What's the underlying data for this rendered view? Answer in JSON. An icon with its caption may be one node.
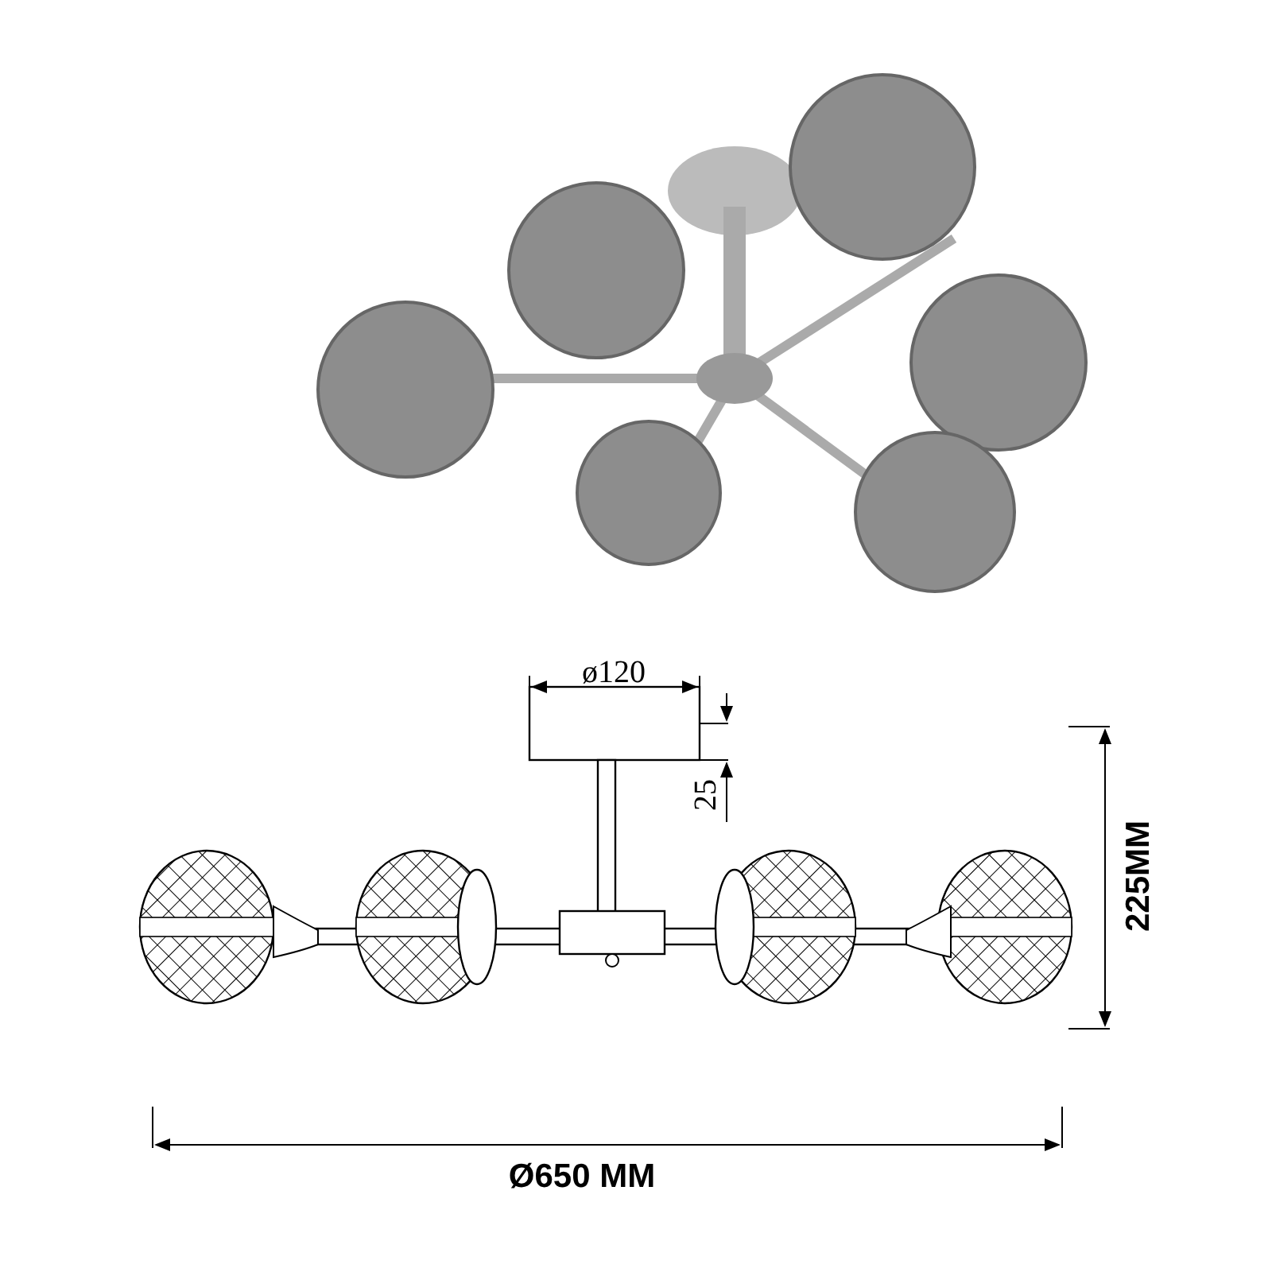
{
  "diagram": {
    "labels": [
      "ø120",
      "25",
      "225MM",
      "Ø650 MM"
    ]
  }
}
